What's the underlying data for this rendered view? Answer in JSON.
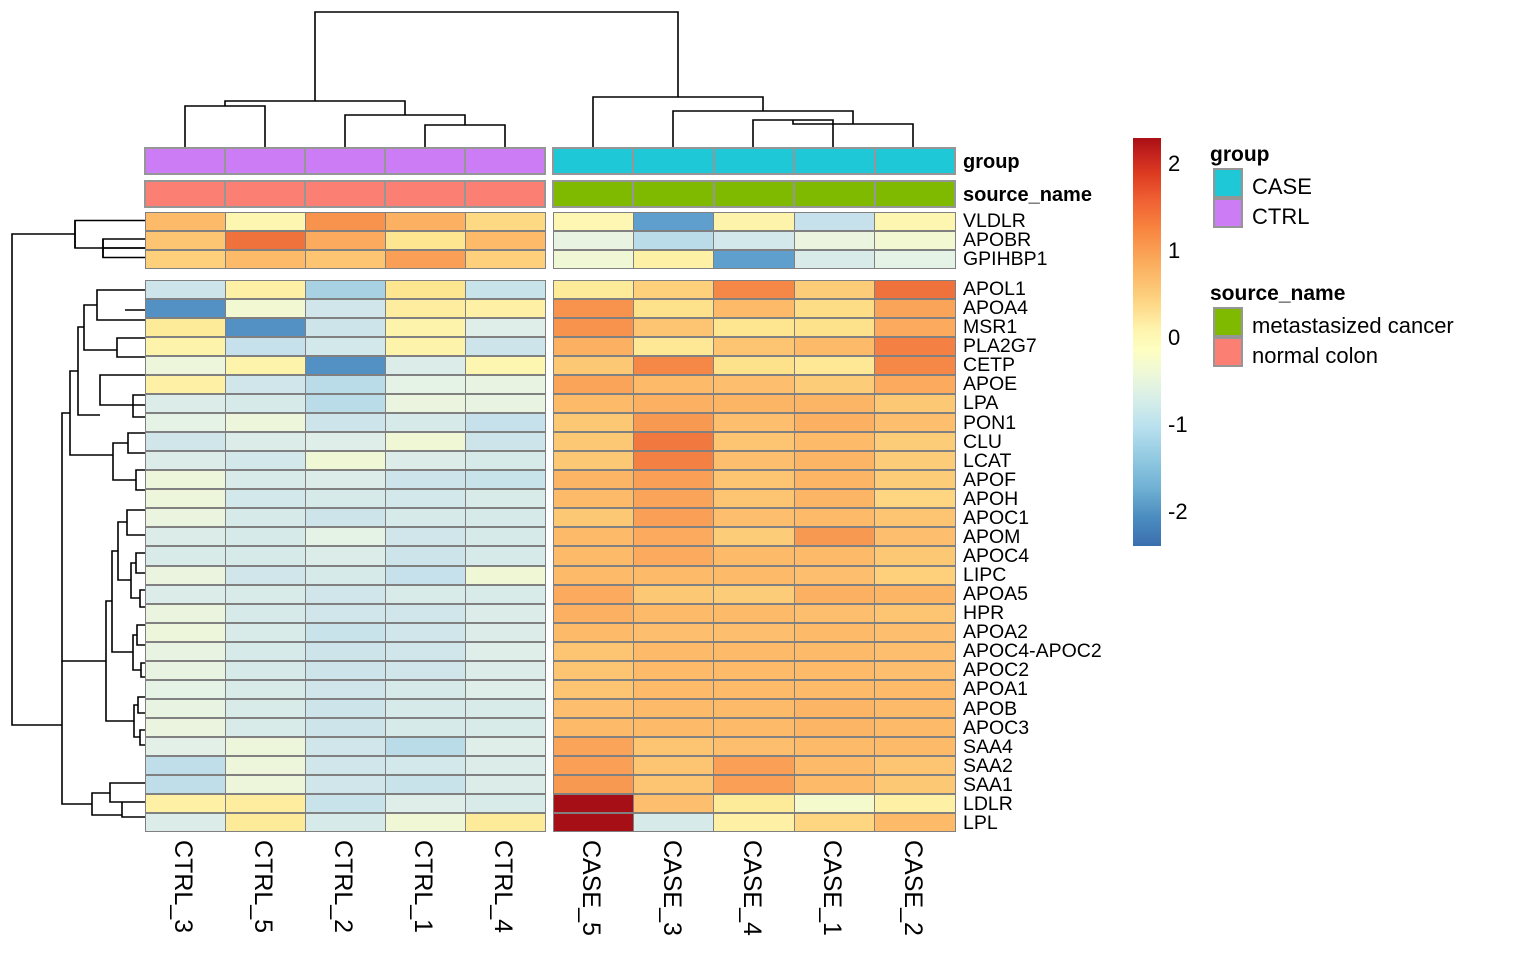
{
  "chart_data": {
    "type": "heatmap",
    "title": "",
    "xlabel": "",
    "ylabel": "",
    "colorscale": {
      "name": "RdYlBu reversed",
      "ticks": [
        "2",
        "1",
        "0",
        "-1",
        "-2"
      ],
      "tick_values": [
        2,
        1,
        0,
        -1,
        -2
      ],
      "vmin": -2.35,
      "vmax": 2.35,
      "low_color": "#3a6fae",
      "mid_color": "#fdfec0",
      "high_color": "#aa0f14"
    },
    "columns": [
      "CTRL_3",
      "CTRL_5",
      "CTRL_2",
      "CTRL_1",
      "CTRL_4",
      "CASE_5",
      "CASE_3",
      "CASE_4",
      "CASE_1",
      "CASE_2"
    ],
    "column_groups": [
      "CTRL",
      "CTRL",
      "CTRL",
      "CTRL",
      "CTRL",
      "CASE",
      "CASE",
      "CASE",
      "CASE",
      "CASE"
    ],
    "column_source_names": [
      "normal colon",
      "normal colon",
      "normal colon",
      "normal colon",
      "normal colon",
      "metastasized cancer",
      "metastasized cancer",
      "metastasized cancer",
      "metastasized cancer",
      "metastasized cancer"
    ],
    "rows": [
      "VLDLR",
      "APOBR",
      "GPIHBP1",
      "APOL1",
      "APOA4",
      "MSR1",
      "PLA2G7",
      "CETP",
      "APOE",
      "LPA",
      "PON1",
      "CLU",
      "LCAT",
      "APOF",
      "APOH",
      "APOC1",
      "APOM",
      "APOC4",
      "LIPC",
      "APOA5",
      "HPR",
      "APOA2",
      "APOC4-APOC2",
      "APOC2",
      "APOA1",
      "APOB",
      "APOC3",
      "SAA4",
      "SAA2",
      "SAA1",
      "LDLR",
      "LPL"
    ],
    "row_gap_after": [
      2
    ],
    "values": [
      [
        0.95,
        0.15,
        1.3,
        1.05,
        0.6,
        0.12,
        -1.85,
        0.2,
        -0.95,
        0.15
      ],
      [
        0.85,
        1.55,
        1.1,
        0.45,
        0.95,
        -0.4,
        -1.05,
        -0.75,
        -0.35,
        -0.2
      ],
      [
        0.7,
        0.95,
        0.85,
        1.2,
        0.7,
        -0.25,
        0.25,
        -1.85,
        -0.65,
        -0.45
      ],
      [
        -0.85,
        0.25,
        -1.2,
        0.45,
        -0.9,
        0.35,
        0.7,
        1.4,
        0.75,
        1.55
      ],
      [
        -2.0,
        -0.2,
        -0.8,
        0.3,
        0.25,
        1.3,
        0.5,
        0.95,
        0.55,
        1.15
      ],
      [
        0.35,
        -2.0,
        -0.85,
        0.2,
        -0.55,
        1.3,
        0.85,
        0.45,
        0.5,
        1.1
      ],
      [
        0.2,
        -0.95,
        -0.75,
        0.2,
        -0.85,
        1.05,
        0.4,
        0.85,
        0.95,
        1.45
      ],
      [
        -0.3,
        0.2,
        -2.0,
        -0.6,
        0.15,
        0.8,
        1.4,
        0.5,
        0.4,
        1.4
      ],
      [
        0.25,
        -0.8,
        -1.05,
        -0.45,
        -0.4,
        1.15,
        0.95,
        0.9,
        0.75,
        1.1
      ],
      [
        -0.6,
        -0.7,
        -1.05,
        -0.35,
        -0.4,
        0.95,
        1.05,
        1.0,
        1.0,
        0.8
      ],
      [
        -0.45,
        -0.3,
        -0.85,
        -0.7,
        -0.95,
        0.8,
        1.25,
        0.9,
        1.05,
        0.9
      ],
      [
        -0.8,
        -0.6,
        -0.55,
        -0.25,
        -0.85,
        0.8,
        1.5,
        0.85,
        0.95,
        0.75
      ],
      [
        -0.6,
        -0.75,
        -0.25,
        -0.6,
        -0.7,
        0.8,
        1.45,
        0.9,
        1.0,
        0.75
      ],
      [
        -0.3,
        -0.65,
        -0.6,
        -0.85,
        -0.9,
        1.0,
        1.2,
        0.85,
        1.0,
        0.75
      ],
      [
        -0.3,
        -0.75,
        -0.7,
        -0.75,
        -0.65,
        0.95,
        1.15,
        0.85,
        1.0,
        0.65
      ],
      [
        -0.35,
        -0.7,
        -0.85,
        -0.7,
        -0.7,
        0.8,
        1.2,
        0.9,
        0.95,
        0.85
      ],
      [
        -0.6,
        -0.7,
        -0.45,
        -0.8,
        -0.7,
        0.95,
        1.1,
        0.75,
        1.25,
        0.9
      ],
      [
        -0.65,
        -0.7,
        -0.6,
        -0.85,
        -0.7,
        0.95,
        1.1,
        0.95,
        0.95,
        0.8
      ],
      [
        -0.35,
        -0.8,
        -0.7,
        -0.95,
        -0.25,
        0.95,
        0.95,
        0.95,
        0.9,
        0.7
      ],
      [
        -0.6,
        -0.65,
        -0.8,
        -0.65,
        -0.65,
        1.1,
        0.8,
        0.75,
        1.05,
        1.0
      ],
      [
        -0.35,
        -0.7,
        -0.8,
        -0.8,
        -0.6,
        1.05,
        0.95,
        0.95,
        0.9,
        0.85
      ],
      [
        -0.3,
        -0.65,
        -0.9,
        -0.8,
        -0.6,
        0.95,
        0.9,
        0.9,
        0.95,
        0.9
      ],
      [
        -0.4,
        -0.7,
        -0.85,
        -0.8,
        -0.55,
        0.85,
        0.95,
        0.95,
        0.95,
        0.9
      ],
      [
        -0.4,
        -0.7,
        -0.85,
        -0.8,
        -0.6,
        0.85,
        0.95,
        0.95,
        0.95,
        0.9
      ],
      [
        -0.45,
        -0.65,
        -0.8,
        -0.7,
        -0.55,
        0.85,
        0.95,
        0.95,
        0.95,
        0.95
      ],
      [
        -0.4,
        -0.65,
        -0.85,
        -0.7,
        -0.65,
        0.9,
        0.95,
        0.95,
        1.0,
        0.95
      ],
      [
        -0.35,
        -0.65,
        -0.85,
        -0.7,
        -0.65,
        0.95,
        0.95,
        0.95,
        1.0,
        0.95
      ],
      [
        -0.5,
        -0.3,
        -0.8,
        -1.05,
        -0.55,
        1.15,
        0.85,
        0.9,
        0.95,
        0.95
      ],
      [
        -1.0,
        -0.3,
        -0.8,
        -0.75,
        -0.6,
        1.2,
        0.85,
        1.2,
        0.95,
        0.85
      ],
      [
        -1.0,
        -0.3,
        -0.8,
        -0.9,
        -0.6,
        1.25,
        0.85,
        1.2,
        0.95,
        0.8
      ],
      [
        0.25,
        0.3,
        -0.9,
        -0.55,
        -0.65,
        2.35,
        0.9,
        0.35,
        -0.15,
        0.25
      ],
      [
        -0.6,
        0.35,
        -0.7,
        -0.25,
        0.35,
        2.35,
        -0.7,
        0.25,
        0.65,
        0.95
      ]
    ]
  },
  "annotations": {
    "rows": [
      {
        "key": "group",
        "label": "group"
      },
      {
        "key": "source_name",
        "label": "source_name"
      }
    ],
    "group_values": [
      "CTRL",
      "CTRL",
      "CTRL",
      "CTRL",
      "CTRL",
      "CASE",
      "CASE",
      "CASE",
      "CASE",
      "CASE"
    ],
    "source_values": [
      "normal colon",
      "normal colon",
      "normal colon",
      "normal colon",
      "normal colon",
      "metastasized cancer",
      "metastasized cancer",
      "metastasized cancer",
      "metastasized cancer",
      "metastasized cancer"
    ]
  },
  "legend": {
    "group": {
      "title": "group",
      "items": [
        {
          "label": "CASE",
          "color": "#1FC8D6"
        },
        {
          "label": "CTRL",
          "color": "#CC7DF5"
        }
      ]
    },
    "source_name": {
      "title": "source_name",
      "items": [
        {
          "label": "metastasized cancer",
          "color": "#7FBA00"
        },
        {
          "label": "normal colon",
          "color": "#FB7F72"
        }
      ]
    }
  },
  "colorbar": {
    "ticks": [
      "2",
      "1",
      "0",
      "-1",
      "-2"
    ]
  }
}
